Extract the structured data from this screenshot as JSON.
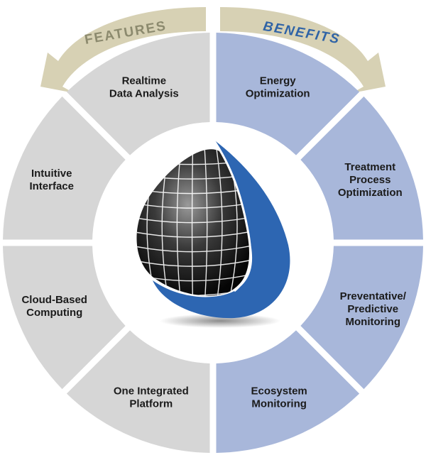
{
  "arc_titles": {
    "features": "FEATURES",
    "benefits": "BENEFITS"
  },
  "features": [
    {
      "id": "realtime",
      "lines": [
        "Realtime",
        "Data Analysis"
      ]
    },
    {
      "id": "intuitive",
      "lines": [
        "Intuitive",
        "Interface"
      ]
    },
    {
      "id": "cloud",
      "lines": [
        "Cloud-Based",
        "Computing"
      ]
    },
    {
      "id": "integrated",
      "lines": [
        "One Integrated",
        "Platform"
      ]
    }
  ],
  "benefits": [
    {
      "id": "energy",
      "lines": [
        "Energy",
        "Optimization"
      ]
    },
    {
      "id": "treatment",
      "lines": [
        "Treatment",
        "Process",
        "Optimization"
      ]
    },
    {
      "id": "predictive",
      "lines": [
        "Preventative/",
        "Predictive",
        "Monitoring"
      ]
    },
    {
      "id": "ecosystem",
      "lines": [
        "Ecosystem",
        "Monitoring"
      ]
    }
  ],
  "colors": {
    "features_fill": "#d6d6d6",
    "benefits_fill": "#a8b7da",
    "arrow_fill": "#d7d1b4",
    "drop_blue": "#2d66b2",
    "drop_dark": "#111111"
  },
  "center_icon": "water-drop-globe-icon"
}
